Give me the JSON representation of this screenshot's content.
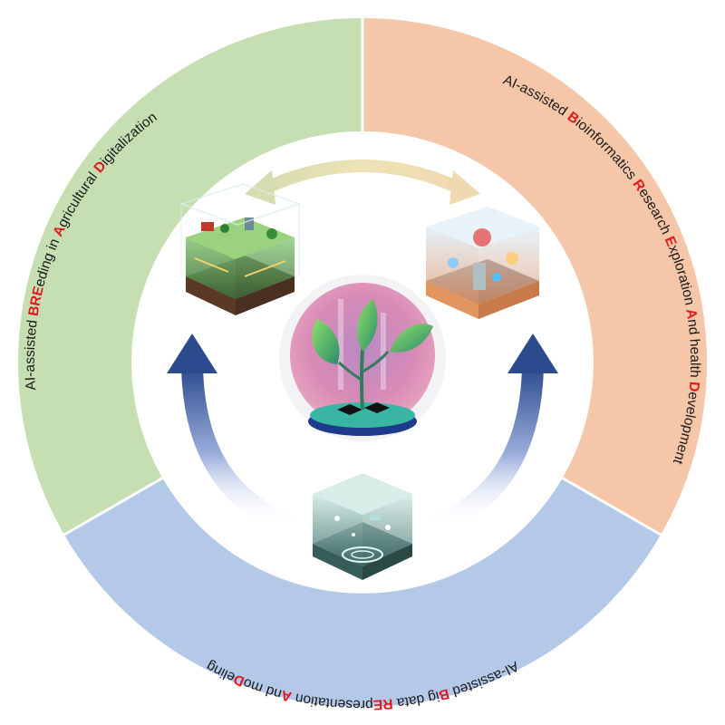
{
  "colors": {
    "breeding_segment": "#c5dfb2",
    "bioinformatics_segment": "#f6c6a8",
    "bigdata_segment": "#b4c8e8",
    "highlight_letter": "#e0191f",
    "arrow_blue": "#2c4a8e",
    "top_arrow": "#e8e0b0",
    "text": "#1a1a1a"
  },
  "segments": {
    "breeding": {
      "parts": [
        {
          "t": "AI-assisted ",
          "hl": false
        },
        {
          "t": "BRE",
          "hl": true
        },
        {
          "t": "eding in ",
          "hl": false
        },
        {
          "t": "A",
          "hl": true
        },
        {
          "t": "gricultural ",
          "hl": false
        },
        {
          "t": "D",
          "hl": true
        },
        {
          "t": "igitalization",
          "hl": false
        }
      ]
    },
    "bioinformatics": {
      "parts": [
        {
          "t": "AI-assisted ",
          "hl": false
        },
        {
          "t": "B",
          "hl": true
        },
        {
          "t": "ioinformatics ",
          "hl": false
        },
        {
          "t": "R",
          "hl": true
        },
        {
          "t": "esearch ",
          "hl": false
        },
        {
          "t": "E",
          "hl": true
        },
        {
          "t": "xploration ",
          "hl": false
        },
        {
          "t": "A",
          "hl": true
        },
        {
          "t": "nd health ",
          "hl": false
        },
        {
          "t": "D",
          "hl": true
        },
        {
          "t": "evelopment",
          "hl": false
        }
      ]
    },
    "bigdata": {
      "parts": [
        {
          "t": "AI-assisted ",
          "hl": false
        },
        {
          "t": "B",
          "hl": true
        },
        {
          "t": "ig data ",
          "hl": false
        },
        {
          "t": "RE",
          "hl": true
        },
        {
          "t": "presentation ",
          "hl": false
        },
        {
          "t": "A",
          "hl": true
        },
        {
          "t": "nd mo",
          "hl": false
        },
        {
          "t": "D",
          "hl": true
        },
        {
          "t": "eling",
          "hl": false
        }
      ]
    }
  },
  "icons": {
    "agriculture": "agriculture-cube-icon",
    "bioinformatics": "bioinformatics-cube-icon",
    "bigdata": "big-data-cube-icon",
    "center": "plant-sprout-icon"
  }
}
